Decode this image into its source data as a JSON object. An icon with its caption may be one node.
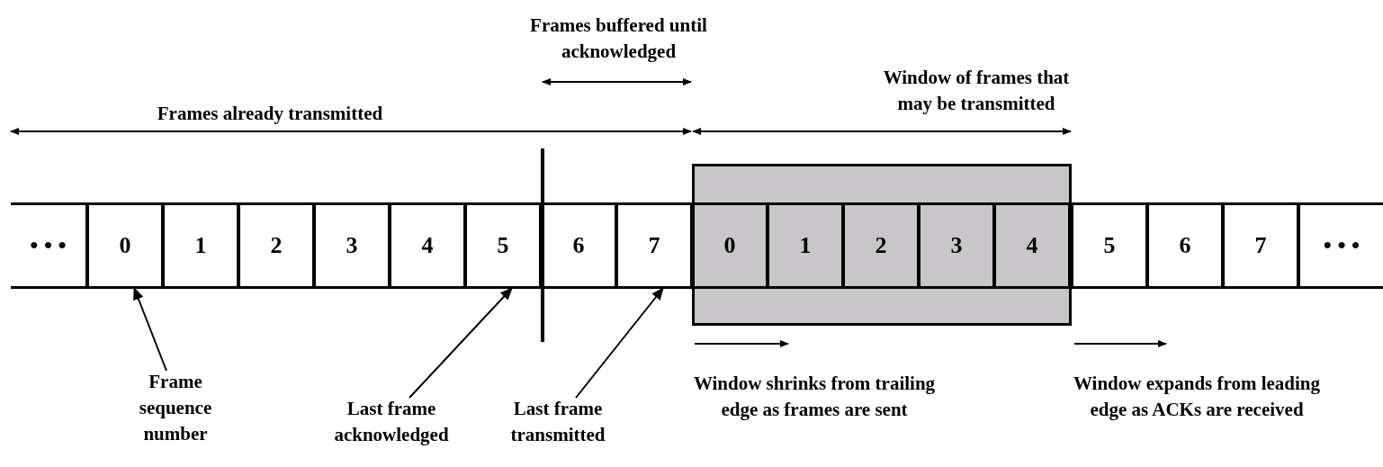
{
  "diagram": {
    "nodes": [
      {
        "text": [
          "• • •"
        ]
      },
      {
        "text": [
          "0"
        ]
      },
      {
        "text": [
          "1"
        ]
      },
      {
        "text": [
          "2"
        ]
      },
      {
        "text": [
          "3"
        ]
      },
      {
        "text": [
          "4"
        ]
      },
      {
        "text": [
          "5"
        ]
      },
      {
        "text": [
          "6"
        ]
      },
      {
        "text": [
          "7"
        ]
      },
      {
        "text": [],
        "shape": "box"
      },
      {
        "text": [
          "0"
        ],
        "in": 9
      },
      {
        "text": [
          "1"
        ],
        "in": 9
      },
      {
        "text": [
          "2"
        ],
        "in": 9
      },
      {
        "text": [
          "3"
        ],
        "in": 9
      },
      {
        "text": [
          "4"
        ],
        "in": 9
      },
      {
        "text": [
          "5"
        ]
      },
      {
        "text": [
          "6"
        ]
      },
      {
        "text": [
          "7"
        ]
      },
      {
        "text": [
          "• • •"
        ]
      },
      {
        "text": [
          "Frame sequence number"
        ]
      },
      {
        "text": [
          "Last frame acknowledged"
        ]
      },
      {
        "text": [
          "Last frame transmitted"
        ]
      }
    ],
    "edges": [
      {
        "from": 19,
        "to": 1,
        "arrow": "to"
      },
      {
        "from": 20,
        "to": 6,
        "arrow": "to"
      },
      {
        "from": 21,
        "to": 8,
        "arrow": "to"
      }
    ],
    "labels": [
      "Frames buffered until acknowledged",
      "Window of frames that may be transmitted",
      "Frames already transmitted",
      "Window shrinks from trailing edge as frames are sent",
      "Window expands from leading edge as ACKs are received"
    ]
  }
}
